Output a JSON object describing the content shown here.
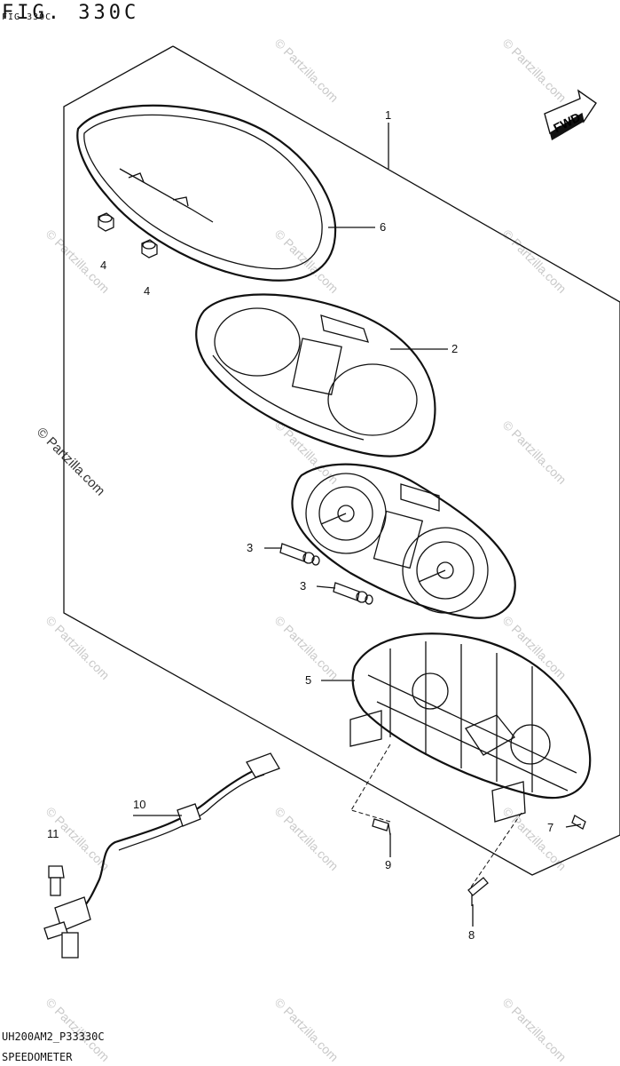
{
  "figure": {
    "title": "FIG. 330C",
    "subtitle": "FIG 330C",
    "footer_code": "UH200AM2_P33330C",
    "footer_name": "SPEEDOMETER"
  },
  "watermark": {
    "main": "© Partzilla.com",
    "tile": "© Partzilla.com"
  },
  "fwd_label": "FWD",
  "callouts": [
    {
      "id": "c1",
      "label": "1"
    },
    {
      "id": "c6",
      "label": "6"
    },
    {
      "id": "c4a",
      "label": "4"
    },
    {
      "id": "c4b",
      "label": "4"
    },
    {
      "id": "c2",
      "label": "2"
    },
    {
      "id": "c3a",
      "label": "3"
    },
    {
      "id": "c3b",
      "label": "3"
    },
    {
      "id": "c5",
      "label": "5"
    },
    {
      "id": "c10",
      "label": "10"
    },
    {
      "id": "c11",
      "label": "11"
    },
    {
      "id": "c9",
      "label": "9"
    },
    {
      "id": "c7",
      "label": "7"
    },
    {
      "id": "c8",
      "label": "8"
    }
  ]
}
